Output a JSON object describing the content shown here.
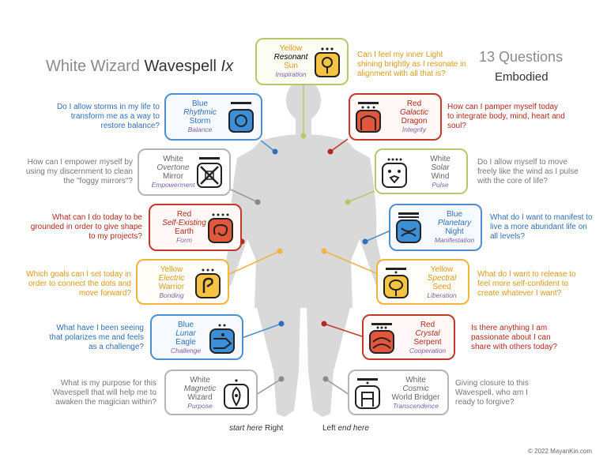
{
  "title": {
    "prefix": "White Wizard",
    "wave": "Wavespell",
    "ix": "Ix"
  },
  "subtitle": {
    "line1": "13 Questions",
    "line2": "Embodied"
  },
  "cards": {
    "sun": {
      "color": "Yellow",
      "tone": "Resonant",
      "name": "Sun",
      "keyword": "Inspiration"
    },
    "storm": {
      "color": "Blue",
      "tone": "Rhythmic",
      "name": "Storm",
      "keyword": "Balance"
    },
    "dragon": {
      "color": "Red",
      "tone": "Galactic",
      "name": "Dragon",
      "keyword": "Integrity"
    },
    "mirror": {
      "color": "White",
      "tone": "Overtone",
      "name": "Mirror",
      "keyword": "Empowerment"
    },
    "wind": {
      "color": "White",
      "tone": "Solar",
      "name": "Wind",
      "keyword": "Pulse"
    },
    "earth": {
      "color": "Red",
      "tone": "Self-Existing",
      "name": "Earth",
      "keyword": "Form"
    },
    "night": {
      "color": "Blue",
      "tone": "Planetary",
      "name": "Night",
      "keyword": "Manifestation"
    },
    "warrior": {
      "color": "Yellow",
      "tone": "Electric",
      "name": "Warrior",
      "keyword": "Bonding"
    },
    "seed": {
      "color": "Yellow",
      "tone": "Spectral",
      "name": "Seed",
      "keyword": "Liberation"
    },
    "eagle": {
      "color": "Blue",
      "tone": "Lunar",
      "name": "Eagle",
      "keyword": "Challenge"
    },
    "serpent": {
      "color": "Red",
      "tone": "Crystal",
      "name": "Serpent",
      "keyword": "Cooperation"
    },
    "wizard": {
      "color": "White",
      "tone": "Magnetic",
      "name": "Wizard",
      "keyword": "Purpose"
    },
    "worldbridger": {
      "color": "White",
      "tone": "Cosmic",
      "name": "World Bridger",
      "keyword": "Transcendence"
    }
  },
  "questions": {
    "sun": "Can I feel my inner Light shining brightly as I resonate in alignment with all that is?",
    "storm": "Do I allow storms in my life to transform me as a way to restore balance?",
    "dragon": "How can I pamper myself today to integrate body, mind, heart and soul?",
    "mirror": "How can I empower myself by using my discernment to clean the \"foggy mirrors\"?",
    "wind": "Do I allow myself to move freely like the wind as I pulse with the core of life?",
    "earth": "What can I do today to be grounded in order to give shape to my projects?",
    "night": "What do I want to manifest to live a more abundant life on all levels?",
    "warrior": "Which goals can I set today in order to connect the dots and move forward?",
    "seed": "What do I want to release to feel more self-confident to create whatever I want?",
    "eagle": "What have I been seeing that polarizes me and feels as a challenge?",
    "serpent": "Is there anything I am passionate about I can share with others today?",
    "wizard": "What is my purpose for this Wavespell that will help me to awaken the magician within?",
    "worldbridger": "Giving closure to this Wavespell, who am I ready to forgive?"
  },
  "start_label": {
    "italic": "start here",
    "side": "Right"
  },
  "end_label": {
    "side": "Left",
    "italic": "end here"
  },
  "copyright": "© 2022 MayanKin.com"
}
